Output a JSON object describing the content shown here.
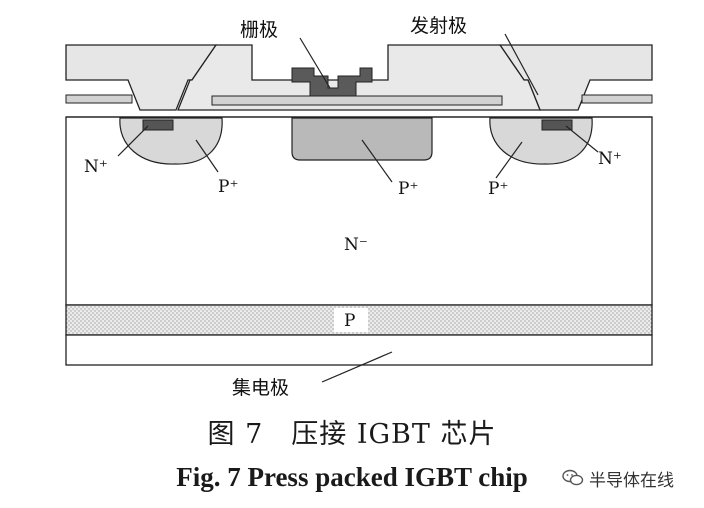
{
  "labels": {
    "gate": "栅极",
    "emitter": "发射极",
    "collector": "集电极",
    "n_plus_left": "N⁺",
    "n_plus_right": "N⁺",
    "p_plus_left": "P⁺",
    "p_plus_center": "P⁺",
    "p_plus_right": "P⁺",
    "n_minus": "N⁻",
    "p_layer": "P"
  },
  "caption": {
    "chinese": "图 7　压接 IGBT 芯片",
    "english": "Fig. 7    Press packed IGBT chip"
  },
  "watermark": {
    "text": "半导体在线",
    "icon": "wechat-icon"
  },
  "colors": {
    "metal": "#e4e4e4",
    "oxide": "#cfcfcf",
    "gate_poly": "#5a5a5a",
    "p_well": "#d6d6d6",
    "outline": "#222222"
  }
}
